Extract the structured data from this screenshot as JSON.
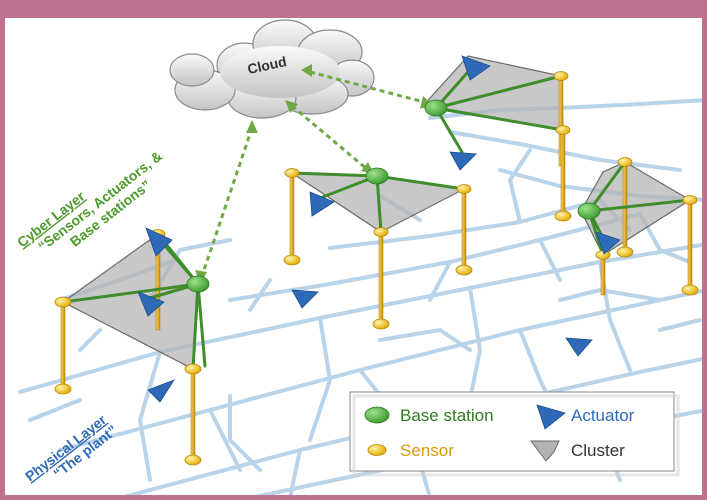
{
  "cloud": {
    "label": "Cloud"
  },
  "cyber_layer": {
    "title": "Cyber Layer",
    "subtitle_line1": "“Sensors, Actuators, &",
    "subtitle_line2": "Base stations”"
  },
  "physical_layer": {
    "title": "Physical Layer",
    "subtitle": "“The plant”"
  },
  "legend": {
    "base_station": "Base station",
    "actuator": "Actuator",
    "sensor": "Sensor",
    "cluster": "Cluster"
  },
  "colors": {
    "frame": "#c0718f",
    "pipe": "#b9d3e8",
    "link": "#3f8d2b",
    "cloud_link": "#6fa946",
    "sensor": "#f2c200",
    "pole": "#e0a400",
    "base_station": "#5cb848",
    "actuator": "#2f6ab8",
    "cluster": "#b9b9b9",
    "cyber_text": "#4c9a2a",
    "physical_text": "#2f6ab8",
    "sensor_text": "#d99a00"
  }
}
